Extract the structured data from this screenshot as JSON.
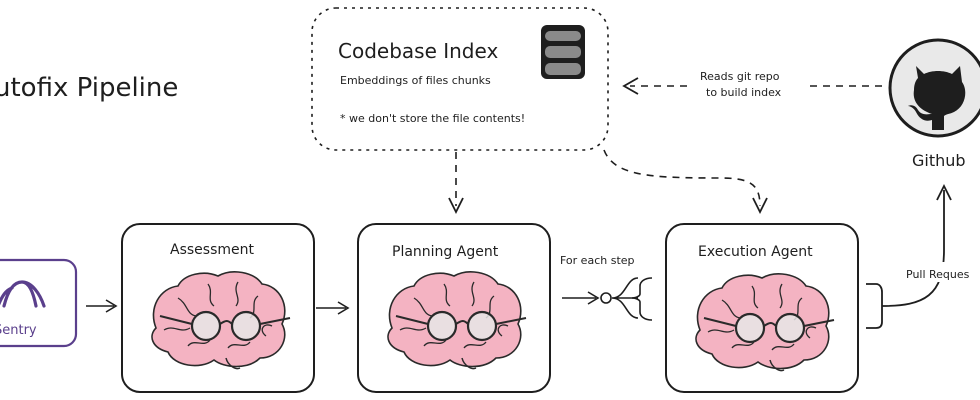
{
  "title": "utofix Pipeline",
  "codebase_index": {
    "title": "Codebase Index",
    "subtitle": "Embeddings of files chunks",
    "note": "* we don't store the file contents!"
  },
  "github": {
    "label": "Github"
  },
  "edge_labels": {
    "reads_repo_line1": "Reads git repo",
    "reads_repo_line2": "to build index",
    "for_each_step": "For each step",
    "pull_request": "Pull Reques"
  },
  "sentry": {
    "label": "Sentry"
  },
  "agents": [
    {
      "label": "Assessment"
    },
    {
      "label": "Planning Agent"
    },
    {
      "label": "Execution Agent"
    }
  ],
  "colors": {
    "ink": "#1e1e1e",
    "sentry_purple": "#5a3f8c",
    "brain_pink": "#f4b3c2",
    "brain_stroke": "#2a2a2a",
    "github_bg": "#e9e9e9",
    "db_gray": "#8a8a8a"
  }
}
